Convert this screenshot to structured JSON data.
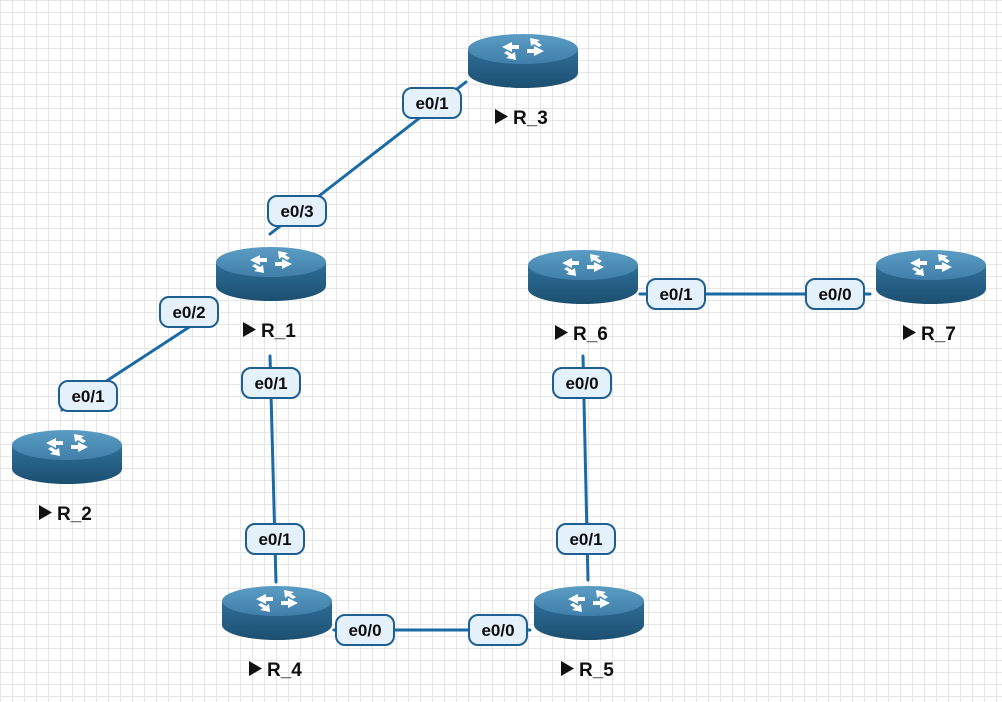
{
  "colors": {
    "link": "#1a6aa6",
    "router_top": "#4a8bb3",
    "router_side": "#245f85",
    "label_fill": "#e4f1fb",
    "label_border": "#1d5f92",
    "grid": "#e6e6e6"
  },
  "nodes": [
    {
      "id": "R_3",
      "name": "R_3",
      "icon": "router-icon"
    },
    {
      "id": "R_1",
      "name": "R_1",
      "icon": "router-icon"
    },
    {
      "id": "R_2",
      "name": "R_2",
      "icon": "router-icon"
    },
    {
      "id": "R_6",
      "name": "R_6",
      "icon": "router-icon"
    },
    {
      "id": "R_7",
      "name": "R_7",
      "icon": "router-icon"
    },
    {
      "id": "R_4",
      "name": "R_4",
      "icon": "router-icon"
    },
    {
      "id": "R_5",
      "name": "R_5",
      "icon": "router-icon"
    }
  ],
  "links": [
    {
      "id": "R_1-R_3",
      "a": "R_1",
      "a_if": "e0/3",
      "b": "R_3",
      "b_if": "e0/1"
    },
    {
      "id": "R_1-R_2",
      "a": "R_1",
      "a_if": "e0/2",
      "b": "R_2",
      "b_if": "e0/1"
    },
    {
      "id": "R_1-R_4",
      "a": "R_1",
      "a_if": "e0/1",
      "b": "R_4",
      "b_if": "e0/1"
    },
    {
      "id": "R_4-R_5",
      "a": "R_4",
      "a_if": "e0/0",
      "b": "R_5",
      "b_if": "e0/0"
    },
    {
      "id": "R_6-R_5",
      "a": "R_6",
      "a_if": "e0/0",
      "b": "R_5",
      "b_if": "e0/1"
    },
    {
      "id": "R_6-R_7",
      "a": "R_6",
      "a_if": "e0/1",
      "b": "R_7",
      "b_if": "e0/0"
    }
  ]
}
